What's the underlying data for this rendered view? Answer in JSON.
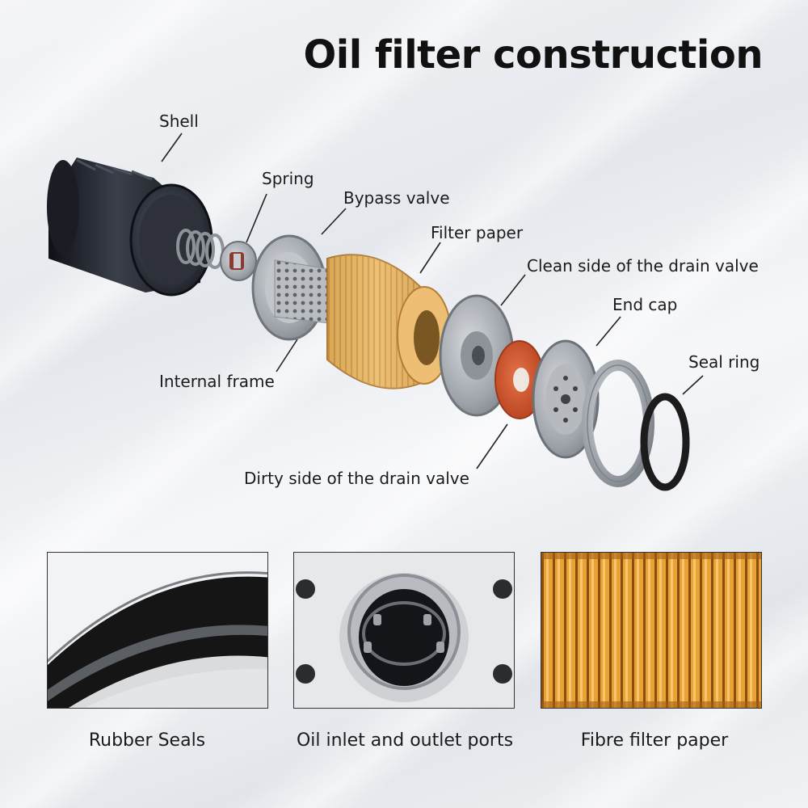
{
  "title": "Oil filter construction",
  "parts": {
    "shell": "Shell",
    "spring": "Spring",
    "bypass_valve": "Bypass valve",
    "filter_paper": "Filter paper",
    "clean_side": "Clean side of the drain valve",
    "end_cap": "End cap",
    "seal_ring": "Seal ring",
    "internal_frame": "Internal frame",
    "dirty_side": "Dirty side of the drain valve"
  },
  "details": [
    {
      "caption": "Rubber Seals"
    },
    {
      "caption": "Oil inlet and outlet ports"
    },
    {
      "caption": "Fibre filter paper"
    }
  ],
  "colors": {
    "shell": "#22252c",
    "filter_paper": "#e2ae5e",
    "metal": "#a9adb3",
    "red_valve": "#d4582d",
    "seal": "#1c1c1c"
  }
}
